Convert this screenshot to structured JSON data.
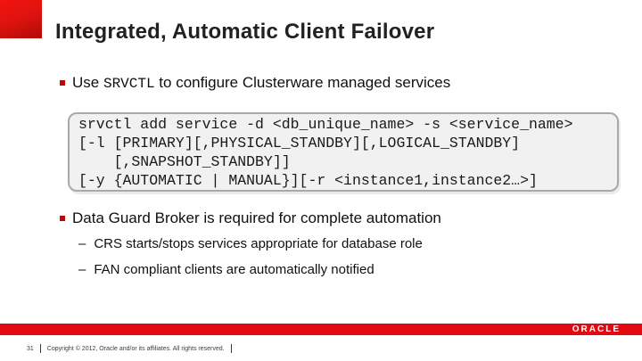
{
  "slide": {
    "title": "Integrated, Automatic Client Failover",
    "page_number": "31",
    "footer_copyright": "Copyright © 2012, Oracle and/or its affiliates. All rights reserved.",
    "logo_text": "ORACLE"
  },
  "bullet1": {
    "prefix": "Use ",
    "code_term": "SRVCTL",
    "suffix": " to configure Clusterware managed services"
  },
  "code_block": {
    "text": "srvctl add service -d <db_unique_name> -s <service_name>\n[-l [PRIMARY][,PHYSICAL_STANDBY][,LOGICAL_STANDBY]\n    [,SNAPSHOT_STANDBY]]\n[-y {AUTOMATIC | MANUAL}][-r <instance1,instance2…>]"
  },
  "bullet2": {
    "text": "Data Guard Broker is required for complete automation"
  },
  "sub_bullets": [
    {
      "dash": "–",
      "text": "CRS starts/stops services appropriate for database role"
    },
    {
      "dash": "–",
      "text": "FAN compliant clients are automatically notified"
    }
  ],
  "colors": {
    "oracle_red": "#e20a12",
    "bullet_red": "#c00606",
    "code_bg": "#f1f1f1",
    "code_border": "#a9a9a9",
    "title_color": "#212121"
  }
}
